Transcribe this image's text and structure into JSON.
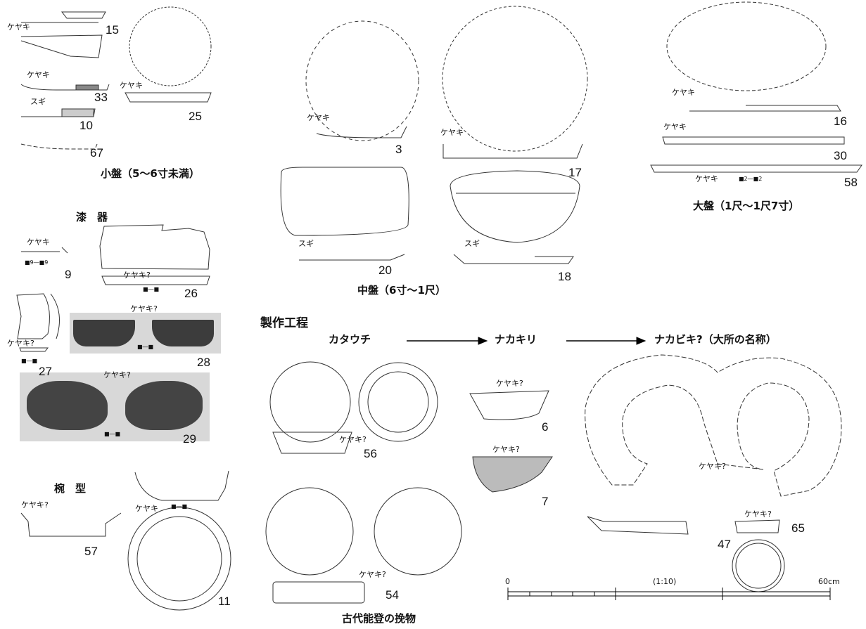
{
  "sections": {
    "small": "小盤（5～6寸未満）",
    "lacquer": "漆　器",
    "medium": "中盤（6寸～1尺）",
    "large": "大盤（1尺～1尺7寸）",
    "bowl": "椀　型",
    "process": "製作工程",
    "ancient": "古代能登の挽物"
  },
  "process_steps": [
    "カタウチ",
    "ナカキリ",
    "ナカビキ?（大所の名称）"
  ],
  "wood": {
    "keyaki": "ケヤキ",
    "keyaki_q": "ケヤキ?",
    "sugi": "スギ"
  },
  "figure_numbers": [
    "15",
    "33",
    "10",
    "25",
    "67",
    "9",
    "26",
    "27",
    "28",
    "29",
    "57",
    "11",
    "3",
    "17",
    "20",
    "18",
    "16",
    "30",
    "58",
    "56",
    "54",
    "6",
    "7",
    "47",
    "65"
  ],
  "marks": {
    "m9": "■9―■9",
    "m2": "■2―■2",
    "m": "■―■"
  },
  "scale": {
    "start": "0",
    "ratio": "(1:10)",
    "end": "60cm"
  }
}
